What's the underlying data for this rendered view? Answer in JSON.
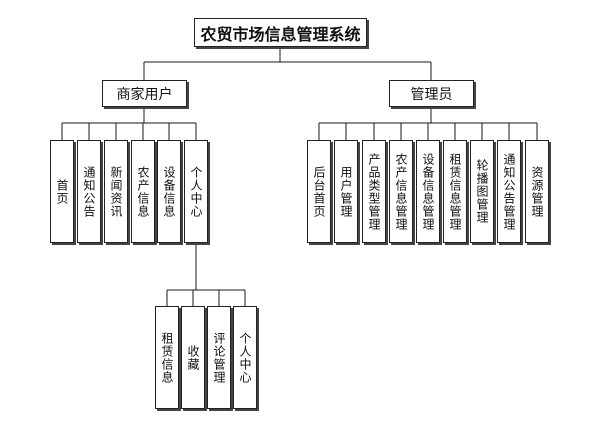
{
  "diagram": {
    "root": "农贸市场信息管理系统",
    "merchant": {
      "label": "商家用户",
      "children": [
        "首页",
        "通知公告",
        "新闻资讯",
        "农产信息",
        "设备信息",
        "个人中心"
      ],
      "personal_center_children": [
        "租赁信息",
        "收藏",
        "评论管理",
        "个人中心"
      ]
    },
    "admin": {
      "label": "管理员",
      "children": [
        "后台首页",
        "用户管理",
        "产品类型管理",
        "农产信息管理",
        "设备信息管理",
        "租赁信息管理",
        "轮播图管理",
        "通知公告管理",
        "资源管理"
      ]
    }
  }
}
